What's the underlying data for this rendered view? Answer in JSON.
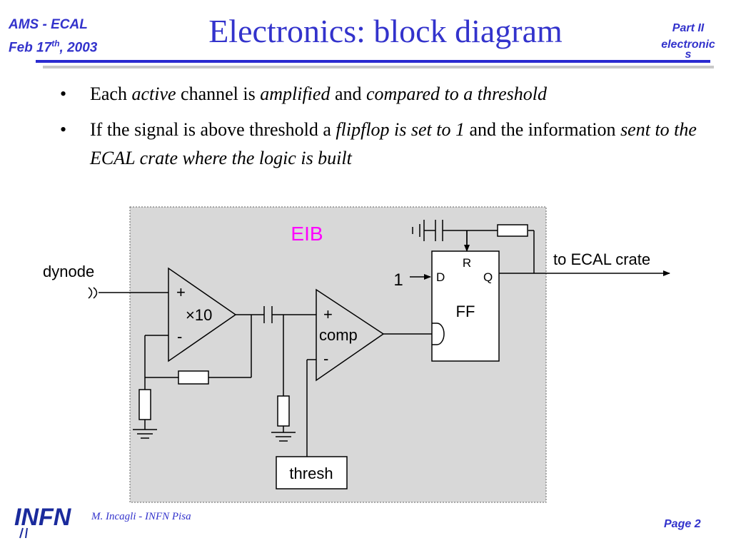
{
  "header": {
    "left_line1": "AMS - ECAL",
    "left_line2_prefix": "Feb 17",
    "left_line2_sup": "th",
    "left_line2_suffix": ", 2003",
    "title": "Electronics: block diagram",
    "right_line1": "Part II",
    "right_line2": "electronic",
    "right_line3": "s"
  },
  "bullets": [
    {
      "parts": [
        {
          "t": "Each ",
          "i": false
        },
        {
          "t": "active",
          "i": true
        },
        {
          "t": " channel is ",
          "i": false
        },
        {
          "t": "amplified",
          "i": true
        },
        {
          "t": " and ",
          "i": false
        },
        {
          "t": "compared to a threshold",
          "i": true
        }
      ]
    },
    {
      "parts": [
        {
          "t": "If the signal is above threshold a ",
          "i": false
        },
        {
          "t": "flipflop is set to 1",
          "i": true
        },
        {
          "t": " and the information ",
          "i": false
        },
        {
          "t": "sent to the ECAL crate where the logic is built",
          "i": true
        }
      ]
    }
  ],
  "diagram": {
    "eib_label": "EIB",
    "dynode_label": "dynode",
    "amp_plus": "+",
    "amp_minus": "-",
    "amp_gain": "×10",
    "comp_plus": "+",
    "comp_minus": "-",
    "comp_label": "comp",
    "ff_label": "FF",
    "ff_r": "R",
    "ff_d": "D",
    "ff_q": "Q",
    "one_label": "1",
    "output_label": "to ECAL crate",
    "thresh_label": "thresh",
    "colors": {
      "panel": "#d8d8d8",
      "eib": "#ff00ff",
      "line": "#000000"
    }
  },
  "footer": {
    "logo_text": "INFN",
    "author": "M. Incagli - INFN Pisa",
    "page": "Page 2"
  }
}
